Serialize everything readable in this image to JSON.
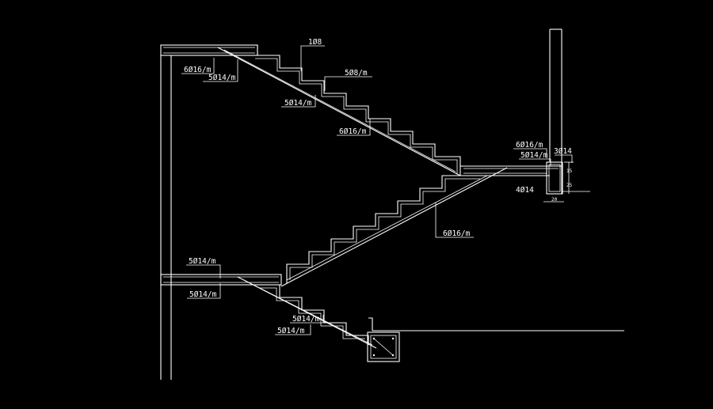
{
  "colors": {
    "background": "#000000",
    "lines": "#ffffff"
  },
  "annotations": {
    "top_bar_main": "1Ø8",
    "upper_top_6": "6Ø16/m",
    "upper_top_5": "5Ø14/m",
    "upper_mid_58": "5Ø8/m",
    "upper_mid_514": "5Ø14/m",
    "upper_low_616": "6Ø16/m",
    "landing_616": "6Ø16/m",
    "landing_514": "5Ø14/m",
    "landing_314": "3Ø14",
    "landing_414": "4Ø14",
    "middle_616": "6Ø16/m",
    "lower_landing_top": "5Ø14/m",
    "lower_landing_bottom": "5Ø14/m",
    "lower_flight_a": "5Ø14/m",
    "lower_flight_b": "5Ø14/m"
  },
  "dimensions": {
    "beam_width": "20",
    "beam_height_a": "15",
    "beam_height_b": "25"
  }
}
